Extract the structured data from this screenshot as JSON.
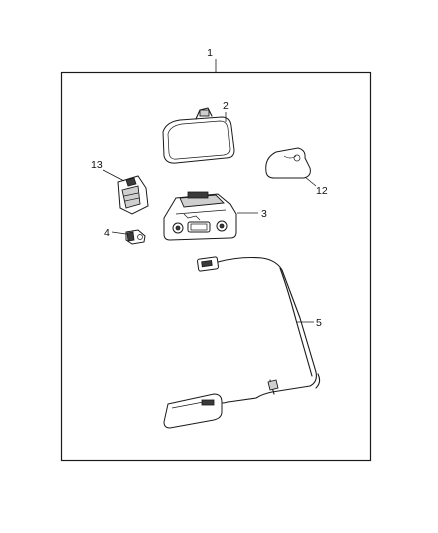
{
  "callouts": {
    "kit": "1",
    "mirror": "2",
    "overhead_console": "3",
    "sensor": "4",
    "wiring_harness": "5",
    "mirror_cover": "12",
    "bracket": "13"
  }
}
